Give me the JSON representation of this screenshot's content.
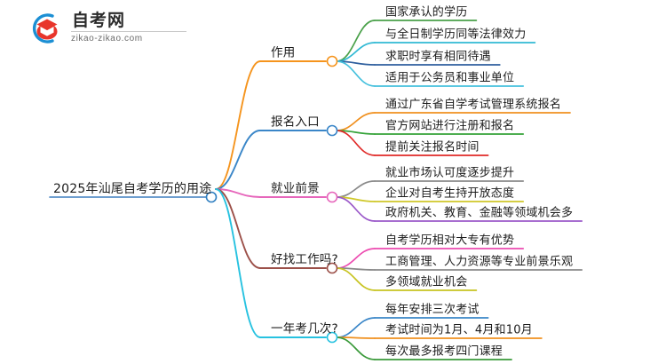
{
  "logo": {
    "name": "zikao-logo",
    "title_cn": "自考网",
    "url": "zikao-zikao.com",
    "mark_arc_color": "#1c8fd4",
    "mark_cap_color": "#e8352b"
  },
  "mindmap": {
    "root": {
      "label": "2025年汕尾自考学历的用途",
      "underline_color": "#3f7fbf",
      "node_ring_color": "#2f7fc1"
    },
    "branches": [
      {
        "label": "作用",
        "color": "#f5941d",
        "node_ring_color": "#f5941d",
        "children": [
          {
            "label": "国家承认的学历",
            "color": "#4aa14a"
          },
          {
            "label": "与全日制学历同等法律效力",
            "color": "#31b9d4"
          },
          {
            "label": "求职时享有相同待遇",
            "color": "#2f5f9e"
          },
          {
            "label": "适用于公务员和事业单位",
            "color": "#44c0dd"
          }
        ]
      },
      {
        "label": "报名入口",
        "color": "#3a86c8",
        "node_ring_color": "#3a86c8",
        "children": [
          {
            "label": "通过广东省自学考试管理系统报名",
            "color": "#f0901f"
          },
          {
            "label": "官方网站进行注册和报名",
            "color": "#35a339"
          },
          {
            "label": "提前关注报名时间",
            "color": "#e02a28"
          }
        ]
      },
      {
        "label": "就业前景",
        "color": "#e666bb",
        "node_ring_color": "#e666bb",
        "children": [
          {
            "label": "就业市场认可度逐步提升",
            "color": "#8a8a8a"
          },
          {
            "label": "企业对自考生持开放态度",
            "color": "#cfc82a"
          },
          {
            "label": "政府机关、教育、金融等领域机会多",
            "color": "#9b59c9"
          }
        ]
      },
      {
        "label": "好找工作吗?",
        "color": "#9c5049",
        "node_ring_color": "#9c5049",
        "children": [
          {
            "label": "自考学历相对大专有优势",
            "color": "#ec4bb0"
          },
          {
            "label": "工商管理、人力资源等专业前景乐观",
            "color": "#8a8a8a"
          },
          {
            "label": "多领域就业机会",
            "color": "#c8c422"
          }
        ]
      },
      {
        "label": "一年考几次?",
        "color": "#27c2e0",
        "node_ring_color": "#27c2e0",
        "children": [
          {
            "label": "每年安排三次考试",
            "color": "#3a86c8"
          },
          {
            "label": "考试时间为1月、4月和10月",
            "color": "#f0901f"
          },
          {
            "label": "每次最多报考四门课程",
            "color": "#3a9a3a"
          }
        ]
      }
    ]
  }
}
